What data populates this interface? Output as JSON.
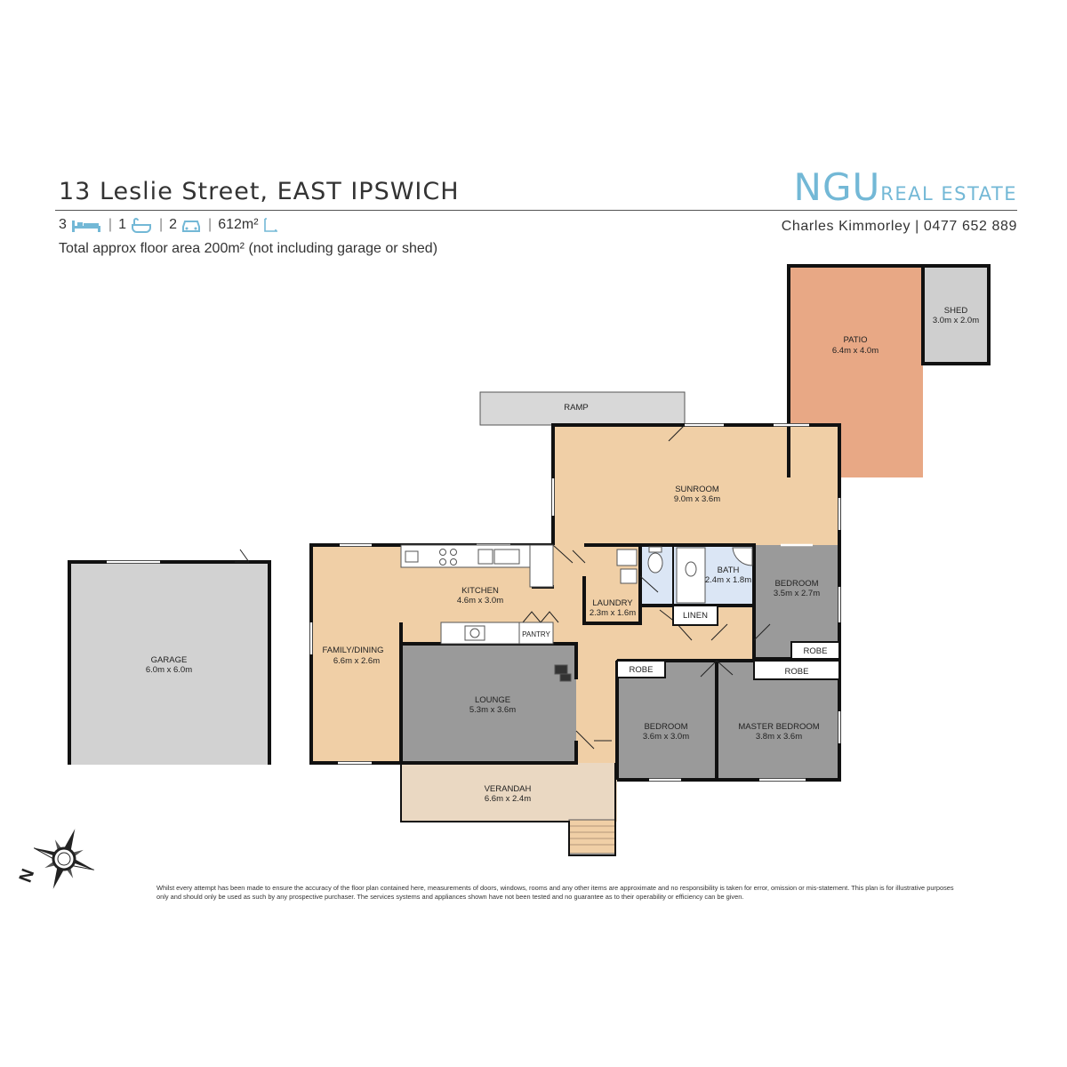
{
  "header": {
    "address": "13 Leslie Street, EAST IPSWICH",
    "brand_main": "NGU",
    "brand_sub": "REAL ESTATE",
    "agent": "Charles Kimmorley | 0477 652 889"
  },
  "stats": {
    "bedrooms": "3",
    "bathrooms": "1",
    "car_spaces": "2",
    "land_area": "612m²",
    "floor_area_note": "Total approx floor area 200m² (not including garage or shed)"
  },
  "rooms": {
    "ramp": {
      "name": "RAMP"
    },
    "patio": {
      "name": "PATIO",
      "size": "6.4m x 4.0m"
    },
    "shed": {
      "name": "SHED",
      "size": "3.0m x 2.0m"
    },
    "sunroom": {
      "name": "SUNROOM",
      "size": "9.0m x 3.6m"
    },
    "garage": {
      "name": "GARAGE",
      "size": "6.0m x 6.0m"
    },
    "kitchen": {
      "name": "KITCHEN",
      "size": "4.6m x 3.0m"
    },
    "family_dining": {
      "name": "FAMILY/DINING",
      "size": "6.6m x 2.6m"
    },
    "pantry": {
      "name": "PANTRY"
    },
    "laundry": {
      "name": "LAUNDRY",
      "size": "2.3m x 1.6m"
    },
    "bath": {
      "name": "BATH",
      "size": "2.4m x 1.8m"
    },
    "linen": {
      "name": "LINEN"
    },
    "bedroom_top": {
      "name": "BEDROOM",
      "size": "3.5m x 2.7m"
    },
    "robe_top": {
      "name": "ROBE"
    },
    "lounge": {
      "name": "LOUNGE",
      "size": "5.3m x 3.6m"
    },
    "robe_left": {
      "name": "ROBE"
    },
    "robe_master": {
      "name": "ROBE"
    },
    "bedroom_bottom": {
      "name": "BEDROOM",
      "size": "3.6m x 3.0m"
    },
    "master_bedroom": {
      "name": "MASTER BEDROOM",
      "size": "3.8m x 3.6m"
    },
    "verandah": {
      "name": "VERANDAH",
      "size": "6.6m x 2.4m"
    }
  },
  "compass": {
    "north_label": "N"
  },
  "colors": {
    "wood": "#f0cfa6",
    "patio": "#e8a885",
    "carpet": "#9a9a9a",
    "garage": "#d2d2d2",
    "tile": "#dbe6f5",
    "verandah": "#ead8c2",
    "brand": "#73b8d6"
  },
  "disclaimer": "Whilst every attempt has been made to ensure the accuracy of the floor plan contained here, measurements of doors, windows, rooms and any other items are approximate and no responsibility is taken for error, omission or mis-statement. This plan is for illustrative purposes only and should only be used as such by any prospective purchaser. The services systems and appliances shown have not been tested and no guarantee as to their operability or efficiency can be given."
}
